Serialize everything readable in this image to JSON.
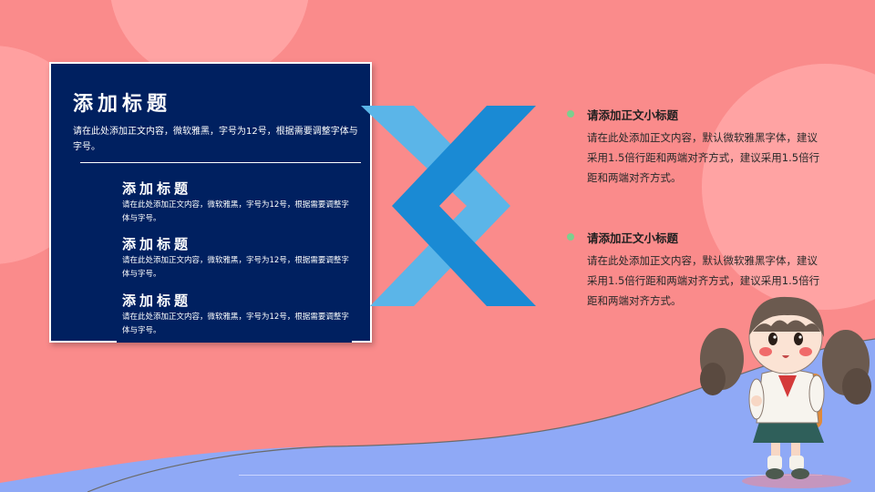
{
  "colors": {
    "background": "#fa8b8b",
    "panel": "#002060",
    "wave": "#8fa9f6",
    "x_light": "#5bb5e8",
    "x_dark": "#1a8ad4",
    "bullet": "#7ccf8e"
  },
  "panel": {
    "title": "添加标题",
    "description": "请在此处添加正文内容，微软雅黑，字号为12号，根据需要调整字体与字号。",
    "items": [
      {
        "title": "添加标题",
        "description": "请在此处添加正文内容，微软雅黑，字号为12号，根据需要调整字体与字号。"
      },
      {
        "title": "添加标题",
        "description": "请在此处添加正文内容，微软雅黑，字号为12号，根据需要调整字体与字号。"
      },
      {
        "title": "添加标题",
        "description": "请在此处添加正文内容，微软雅黑，字号为12号，根据需要调整字体与字号。"
      }
    ]
  },
  "points": [
    {
      "title": "请添加正文小标题",
      "description": "请在此处添加正文内容，默认微软雅黑字体，建议采用1.5倍行距和两端对齐方式，建议采用1.5倍行距和两端对齐方式。"
    },
    {
      "title": "请添加正文小标题",
      "description": "请在此处添加正文内容，默认微软雅黑字体，建议采用1.5倍行距和两端对齐方式，建议采用1.5倍行距和两端对齐方式。"
    }
  ],
  "icons": {
    "decoration": "x-chevron-icon",
    "illustration": "cartoon-girl-icon"
  }
}
